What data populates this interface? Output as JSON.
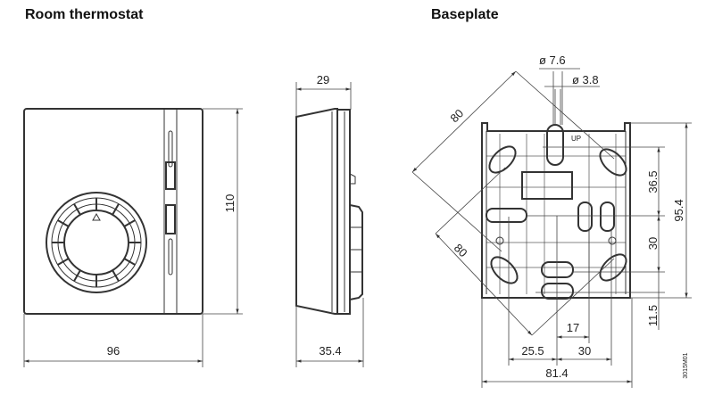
{
  "titles": {
    "thermostat": "Room thermostat",
    "baseplate": "Baseplate"
  },
  "dimensions": {
    "front_width": "96",
    "front_height": "110",
    "side_depth_top": "29",
    "side_depth_bottom": "35.4",
    "hole_large": "ø 7.6",
    "hole_small": "ø 3.8",
    "diag_upper": "80",
    "diag_lower": "80",
    "base_v1": "36.5",
    "base_v2": "30",
    "base_v3": "11.5",
    "base_total_height": "95.4",
    "base_h_17": "17",
    "base_h_25_5": "25.5",
    "base_h_30": "30",
    "base_total_width": "81.4"
  },
  "labels": {
    "up": "UP",
    "drawing_code": "3015M01"
  }
}
